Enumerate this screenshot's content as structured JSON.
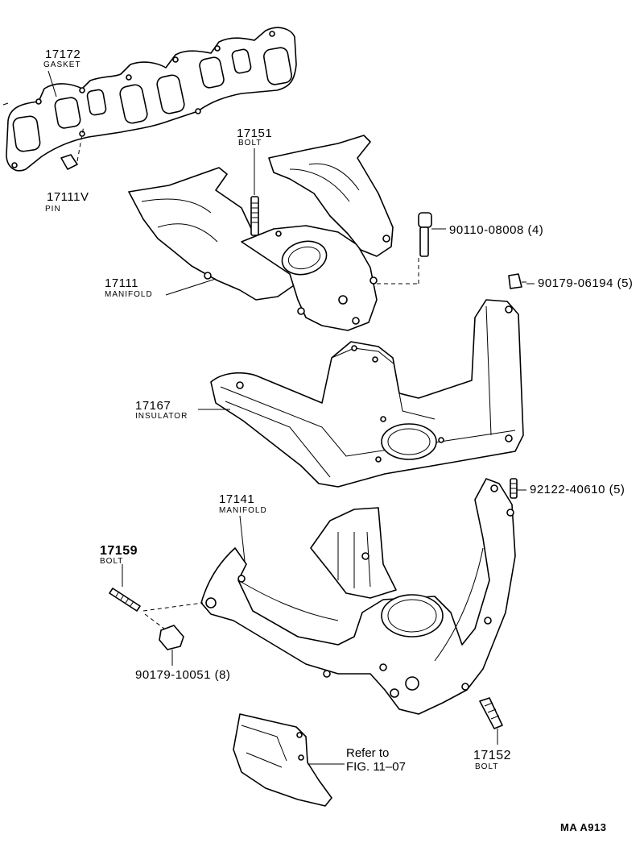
{
  "parts": {
    "gasket": {
      "number": "17172",
      "name": "GASKET"
    },
    "pin": {
      "number": "17111V",
      "name": "PIN"
    },
    "bolt_17151": {
      "number": "17151",
      "name": "BOLT"
    },
    "bolt_90110": {
      "number": "90110-08008 (4)"
    },
    "nut_90179_06194": {
      "number": "90179-06194 (5)"
    },
    "manifold_17111": {
      "number": "17111",
      "name": "MANIFOLD"
    },
    "insulator": {
      "number": "17167",
      "name": "INSULATOR"
    },
    "stud_92122": {
      "number": "92122-40610 (5)"
    },
    "manifold_17141": {
      "number": "17141",
      "name": "MANIFOLD"
    },
    "bolt_17159": {
      "number": "17159",
      "name": "BOLT"
    },
    "nut_90179_10051": {
      "number": "90179-10051 (8)"
    },
    "bolt_17152": {
      "number": "17152",
      "name": "BOLT"
    }
  },
  "reference": {
    "line1": "Refer to",
    "line2": "FIG. 11–07"
  },
  "drawing_code": "MA A913"
}
